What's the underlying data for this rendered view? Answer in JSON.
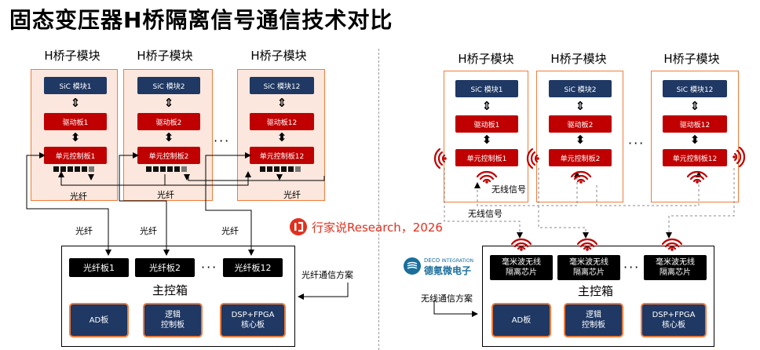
{
  "title": "固态变压器H桥隔离信号通信技术对比",
  "colors": {
    "accent": "#f07c3c",
    "navy": "#1f3864",
    "red": "#c00000",
    "watermark": "#e0301e"
  },
  "left": {
    "modules": [
      {
        "header": "H桥子模块",
        "sic": "SiC 模块1",
        "driver": "驱动板1",
        "ctrl": "单元控制板1"
      },
      {
        "header": "H桥子模块",
        "sic": "SiC 模块2",
        "driver": "驱动板2",
        "ctrl": "单元控制板2"
      },
      {
        "header": "H桥子模块",
        "sic": "SiC 模块12",
        "driver": "驱动板12",
        "ctrl": "单元控制板12"
      }
    ],
    "fiber_labels": [
      "光纤",
      "光纤",
      "光纤",
      "光纤",
      "光纤",
      "光纤"
    ],
    "dots": "···",
    "main_box": {
      "label": "主控箱",
      "fiber_boards": [
        "光纤板1",
        "光纤板2",
        "光纤板12"
      ],
      "boards": [
        "AD板",
        "逻辑\n控制板",
        "DSP+FPGA\n核心板"
      ]
    },
    "scheme_label": "光纤通信方案"
  },
  "right": {
    "modules": [
      {
        "header": "H桥子模块",
        "sic": "SiC 模块1",
        "driver": "驱动板1",
        "ctrl": "单元控制板1"
      },
      {
        "header": "H桥子模块",
        "sic": "SiC 模块2",
        "driver": "驱动板2",
        "ctrl": "单元控制板2"
      },
      {
        "header": "H桥子模块",
        "sic": "SiC 模块12",
        "driver": "驱动板12",
        "ctrl": "单元控制板12"
      }
    ],
    "wireless_labels": [
      "无线信号",
      "无线信号"
    ],
    "dots": "···",
    "main_box": {
      "label": "主控箱",
      "mmw_chips": [
        "毫米波无线\n隔离芯片",
        "毫米波无线\n隔离芯片",
        "毫米波无线\n隔离芯片"
      ],
      "boards": [
        "AD板",
        "逻辑\n控制板",
        "DSP+FPGA\n核心板"
      ]
    },
    "scheme_label": "无线通信方案"
  },
  "watermark": "行家说Research，2026",
  "deco_logo": {
    "brand": "DECO",
    "tag": "INTEGRATION",
    "name": "德氪微电子"
  }
}
